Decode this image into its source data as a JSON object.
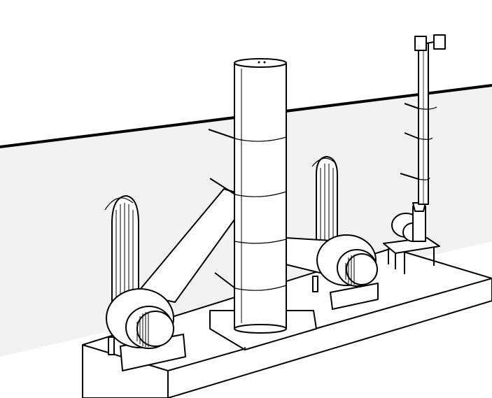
{
  "scene": {
    "type": "line-drawing",
    "background_color": "#ffffff",
    "ink_color": "#000000",
    "wall_color": "#f2f2f2",
    "components": [
      {
        "name": "main-stack",
        "icon": "vertical-chimney"
      },
      {
        "name": "left-fan",
        "icon": "centrifugal-fan"
      },
      {
        "name": "right-fan",
        "icon": "centrifugal-fan"
      },
      {
        "name": "small-fan",
        "icon": "centrifugal-fan"
      },
      {
        "name": "left-intake-duct",
        "icon": "curved-duct"
      },
      {
        "name": "right-intake-duct",
        "icon": "curved-duct"
      },
      {
        "name": "small-stack",
        "icon": "vertical-chimney"
      }
    ]
  }
}
